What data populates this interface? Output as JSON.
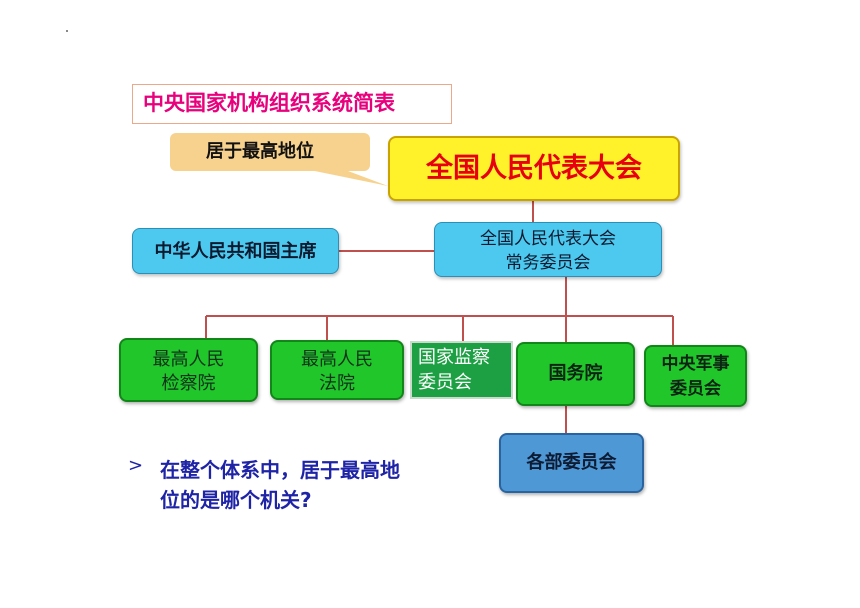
{
  "title": "中央国家机构组织系统简表",
  "callout": "居于最高地位",
  "npc": "全国人民代表大会",
  "standing_committee": [
    "全国人民代表大会",
    "常务委员会"
  ],
  "president": "中华人民共和国主席",
  "procuratorate": [
    "最高人民",
    "检察院"
  ],
  "court": [
    "最高人民",
    "法院"
  ],
  "supervisory": [
    "国家监察",
    "委员会"
  ],
  "state_council": "国务院",
  "military": [
    "中央军事",
    "委员会"
  ],
  "ministries": "各部委员会",
  "question": {
    "bullet": ">",
    "line1": "在整个体系中，居于最高地",
    "line2": "位的是哪个机关?"
  },
  "colors": {
    "title": "#e8007c",
    "npc_fill": "#fff22a",
    "npc_text": "#e60012",
    "blue_box": "#4dc8ef",
    "green_box": "#21c62b",
    "ministries_box": "#4f98d6",
    "connector": "#c0504d",
    "question": "#1f24a6"
  }
}
